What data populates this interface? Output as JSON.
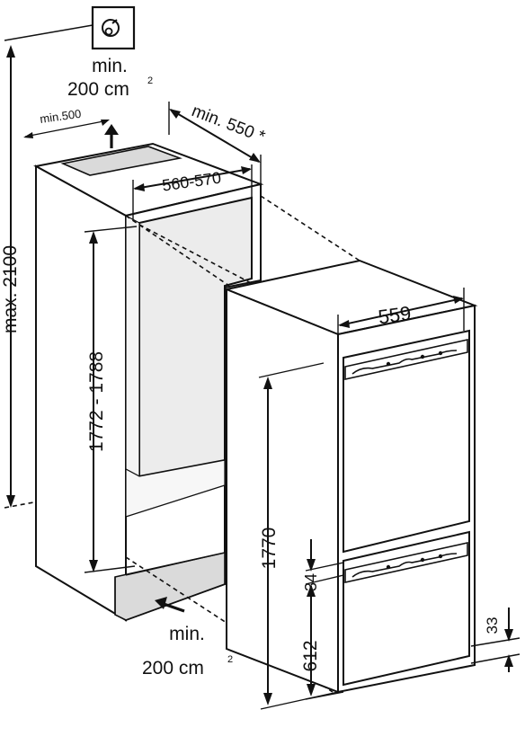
{
  "labels": {
    "vent_top_min": "min.",
    "vent_top_area_value": "200 cm",
    "vent_top_area_exp": "2",
    "niche_top_width": "min.500",
    "niche_depth": "min. 550 *",
    "niche_width": "560-570",
    "max_height": "max. 2100",
    "niche_height": "1772 - 1788",
    "appliance_width": "559",
    "appliance_height": "1770",
    "gap_34": "34",
    "door_612": "612",
    "offset_33": "33",
    "vent_bottom_min": "min.",
    "vent_bottom_area_value": "200 cm",
    "vent_bottom_area_exp": "2"
  },
  "icons": [
    "ventilation-grille-icon",
    "airflow-arrow-up-icon",
    "airflow-arrow-in-icon"
  ]
}
